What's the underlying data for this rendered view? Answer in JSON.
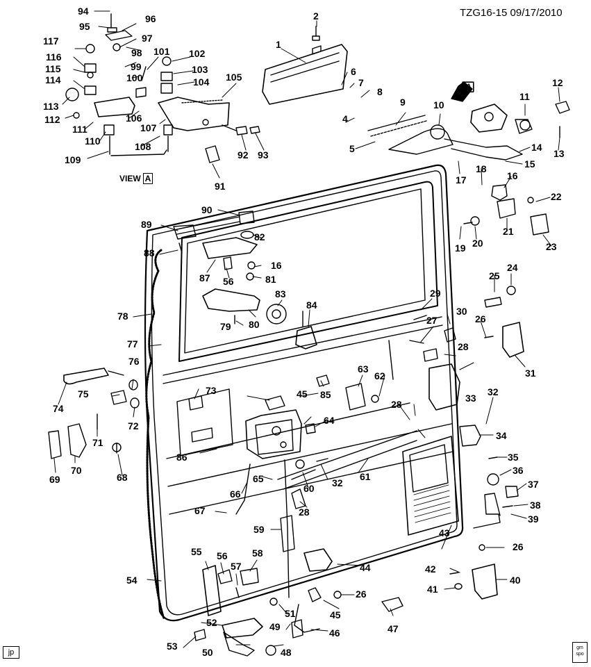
{
  "header": {
    "code": "TZG16-15",
    "date": "09/17/2010"
  },
  "view_label": {
    "text": "VIEW",
    "tag": "A"
  },
  "view_marker": "A",
  "footer": {
    "left_tag": "jp",
    "logo_line1": "gm",
    "logo_line2": "spo"
  },
  "callouts": {
    "c1": "1",
    "c2": "2",
    "c4": "4",
    "c5": "5",
    "c6": "6",
    "c7": "7",
    "c8": "8",
    "c9": "9",
    "c10": "10",
    "c11": "11",
    "c12": "12",
    "c13": "13",
    "c14": "14",
    "c15": "15",
    "c16a": "16",
    "c16b": "16",
    "c17": "17",
    "c18": "18",
    "c19": "19",
    "c20": "20",
    "c21": "21",
    "c22": "22",
    "c23": "23",
    "c24": "24",
    "c25": "25",
    "c26a": "26",
    "c26b": "26",
    "c26c": "26",
    "c27": "27",
    "c28a": "28",
    "c28b": "28",
    "c28c": "28",
    "c29": "29",
    "c30": "30",
    "c31": "31",
    "c32a": "32",
    "c32b": "32",
    "c33": "33",
    "c34": "34",
    "c35": "35",
    "c36": "36",
    "c37": "37",
    "c38": "38",
    "c39": "39",
    "c40": "40",
    "c41": "41",
    "c42": "42",
    "c43": "43",
    "c44": "44",
    "c45a": "45",
    "c45b": "45",
    "c46": "46",
    "c47": "47",
    "c48": "48",
    "c49": "49",
    "c50": "50",
    "c51": "51",
    "c52": "52",
    "c53": "53",
    "c54": "54",
    "c55": "55",
    "c56a": "56",
    "c56b": "56",
    "c57": "57",
    "c58": "58",
    "c59": "59",
    "c60": "60",
    "c61": "61",
    "c62": "62",
    "c63": "63",
    "c64": "64",
    "c65": "65",
    "c66": "66",
    "c67": "67",
    "c68": "68",
    "c69": "69",
    "c70": "70",
    "c71": "71",
    "c72": "72",
    "c73": "73",
    "c74": "74",
    "c75": "75",
    "c76": "76",
    "c77": "77",
    "c78": "78",
    "c79": "79",
    "c80": "80",
    "c81": "81",
    "c82": "82",
    "c83": "83",
    "c84": "84",
    "c85": "85",
    "c86": "86",
    "c87": "87",
    "c88": "88",
    "c89": "89",
    "c90": "90",
    "c91": "91",
    "c92": "92",
    "c93": "93",
    "c94": "94",
    "c95": "95",
    "c96": "96",
    "c97": "97",
    "c98": "98",
    "c99": "99",
    "c100": "100",
    "c101": "101",
    "c102": "102",
    "c103": "103",
    "c104": "104",
    "c105": "105",
    "c106": "106",
    "c107": "107",
    "c108": "108",
    "c109": "109",
    "c110": "110",
    "c111": "111",
    "c112": "112",
    "c113": "113",
    "c114": "114",
    "c115": "115",
    "c116": "116",
    "c117": "117"
  }
}
